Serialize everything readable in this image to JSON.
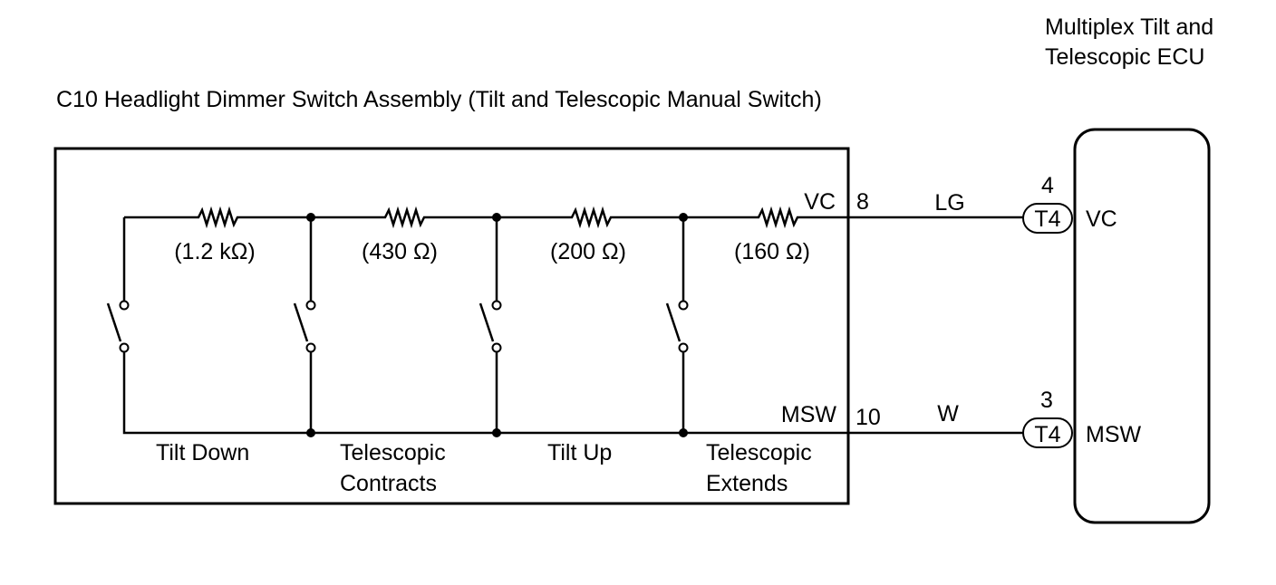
{
  "ecu": {
    "title_line1": "Multiplex Tilt and",
    "title_line2": "Telescopic ECU",
    "pins": [
      {
        "number": "4",
        "connector": "T4",
        "signal": "VC"
      },
      {
        "number": "3",
        "connector": "T4",
        "signal": "MSW"
      }
    ]
  },
  "assembly": {
    "title": "C10 Headlight Dimmer Switch Assembly (Tilt and Telescopic Manual Switch)",
    "resistors": [
      "(1.2 kΩ)",
      "(430 Ω)",
      "(200 Ω)",
      "(160 Ω)"
    ],
    "switches": [
      {
        "line1": "Tilt Down",
        "line2": ""
      },
      {
        "line1": "Telescopic",
        "line2": "Contracts"
      },
      {
        "line1": "Tilt Up",
        "line2": ""
      },
      {
        "line1": "Telescopic",
        "line2": "Extends"
      }
    ],
    "terminals": [
      {
        "name": "VC",
        "pin": "8"
      },
      {
        "name": "MSW",
        "pin": "10"
      }
    ]
  },
  "wires": [
    {
      "color_code": "LG"
    },
    {
      "color_code": "W"
    }
  ]
}
